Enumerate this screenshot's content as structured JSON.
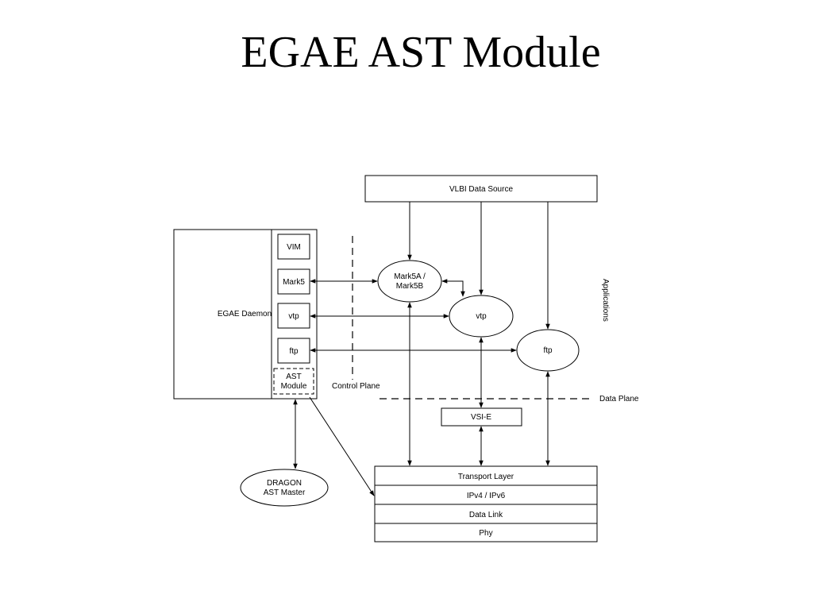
{
  "title": "EGAE AST Module",
  "diagram": {
    "vlbi_source": "VLBI Data Source",
    "egae_daemon": "EGAE Daemon",
    "modules": [
      "VIM",
      "Mark5",
      "vtp",
      "ftp"
    ],
    "ast_module": [
      "AST",
      "Module"
    ],
    "mark5ab": [
      "Mark5A /",
      "Mark5B"
    ],
    "vtp_app": "vtp",
    "ftp_app": "ftp",
    "applications": "Applications",
    "control_plane": "Control Plane",
    "data_plane": "Data Plane",
    "vsi_e": "VSI-E",
    "dragon": [
      "DRAGON",
      "AST Master"
    ],
    "stack": [
      "Transport Layer",
      "IPv4 / IPv6",
      "Data Link",
      "Phy"
    ]
  }
}
